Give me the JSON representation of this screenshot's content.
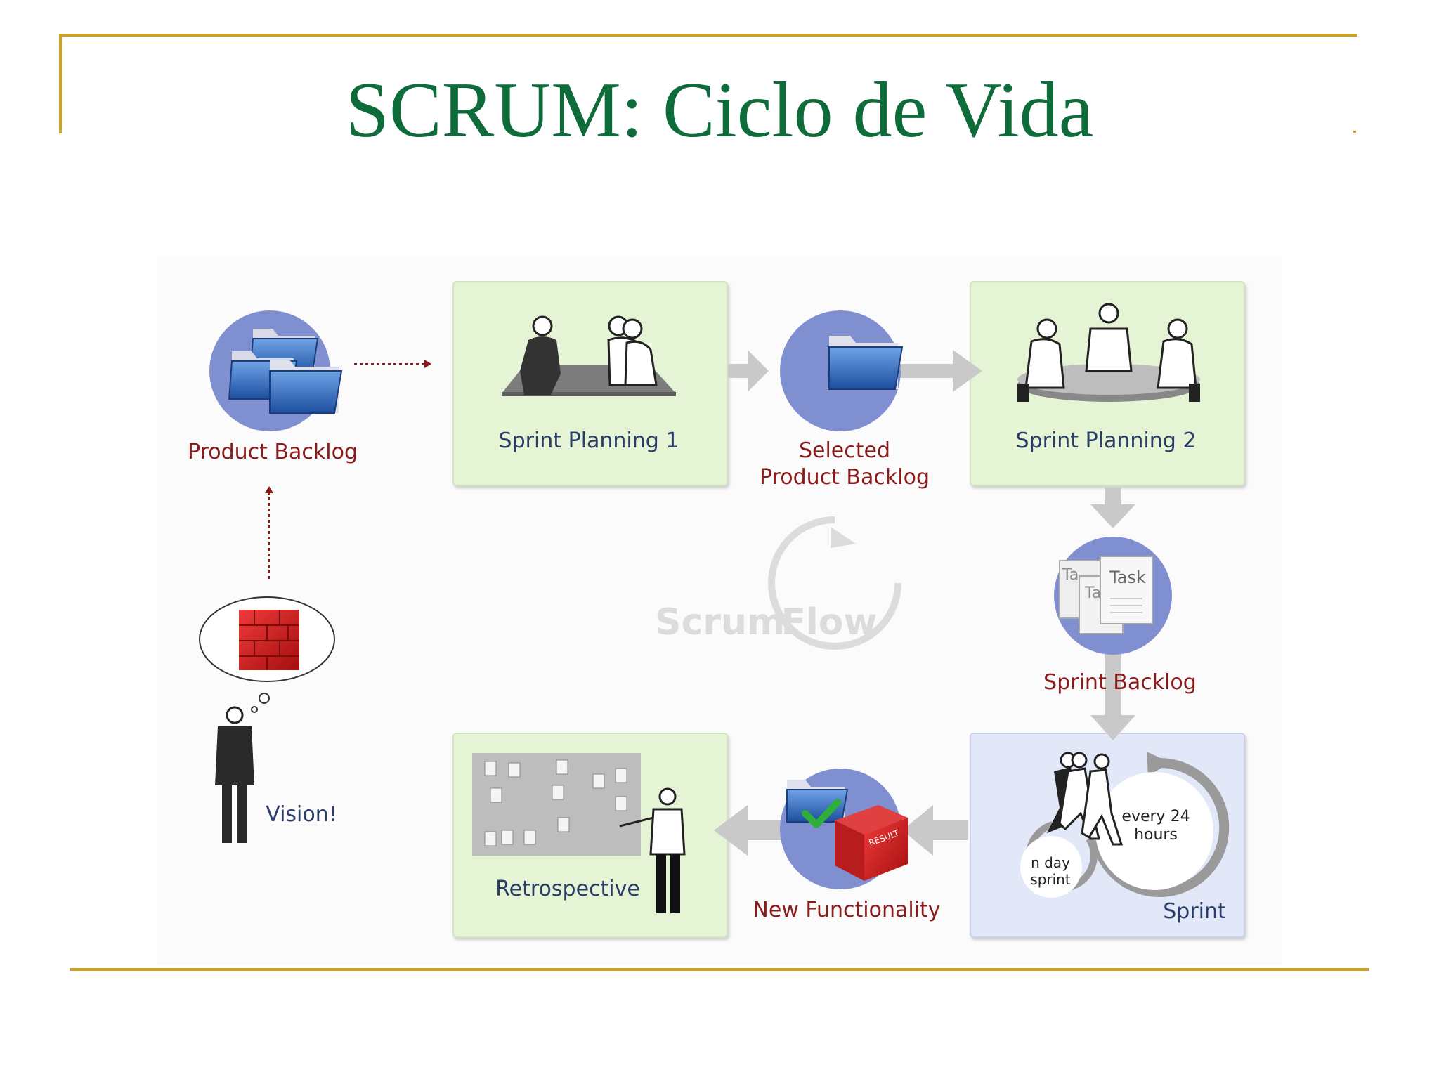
{
  "slide": {
    "title": "SCRUM: Ciclo de Vida",
    "colors": {
      "title": "#0e6b3a",
      "border": "#c9a227"
    }
  },
  "diagram": {
    "product_backlog": "Product Backlog",
    "sprint_planning_1": "Sprint Planning 1",
    "selected_backlog": [
      "Selected",
      "Product Backlog"
    ],
    "sprint_planning_2": "Sprint Planning 2",
    "sprint_backlog": "Sprint Backlog",
    "task_cards": [
      "Ta",
      "Ta",
      "Task"
    ],
    "scrum_flow": [
      "Scrum",
      "Flow"
    ],
    "vision": "Vision!",
    "sprint": "Sprint",
    "every_24_hours": [
      "every 24",
      "hours"
    ],
    "n_day_sprint": [
      "n day",
      "sprint"
    ],
    "result_label": "RESULT",
    "new_functionality": "New Functionality",
    "retrospective": "Retrospective",
    "colors": {
      "panel_green": "#e6f4d6",
      "panel_blue": "#e3e8f8",
      "circle_blue": "#7f8fd0",
      "label_red": "#8b1a1a",
      "label_blue": "#2a3d68",
      "arrow_gray": "#c9c9c9"
    }
  }
}
